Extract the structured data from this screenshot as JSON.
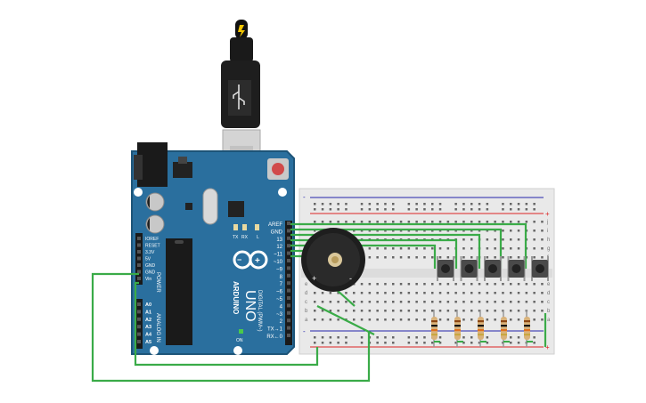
{
  "arduino": {
    "logo_text": "ARDUINO",
    "model": "UNO",
    "digital_header": "DIGITAL (PWM~)",
    "power_header": "POWER",
    "analog_header": "ANALOG IN",
    "led_l": "L",
    "led_tx": "TX",
    "led_rx": "RX",
    "on_label": "ON",
    "digital_pins": [
      "AREF",
      "GND",
      "13",
      "12",
      "~11",
      "~10",
      "~9",
      "8",
      "7",
      "~6",
      "~5",
      "4",
      "~3",
      "2",
      "TX→1",
      "RX←0"
    ],
    "power_pins": [
      "IOREF",
      "RESET",
      "3.3V",
      "5V",
      "GND",
      "GND",
      "Vin"
    ],
    "analog_pins": [
      "A0",
      "A1",
      "A2",
      "A3",
      "A4",
      "A5"
    ]
  },
  "breadboard": {
    "row_letters_top": [
      "j",
      "i",
      "h",
      "g",
      "f"
    ],
    "row_letters_bottom": [
      "e",
      "d",
      "c",
      "b",
      "a"
    ],
    "rail_plus": "+",
    "rail_minus": "-"
  },
  "buzzer": {
    "plus_label": "+",
    "minus_label": "-"
  },
  "components": {
    "pushbutton_count": 5,
    "resistor_count": 5
  },
  "colors": {
    "board": "#2a6f9e",
    "board_dark": "#1d5478",
    "wire": "#3aab48",
    "breadboard": "#e9e9e9",
    "rail_red": "#d22",
    "rail_blue": "#22a"
  }
}
